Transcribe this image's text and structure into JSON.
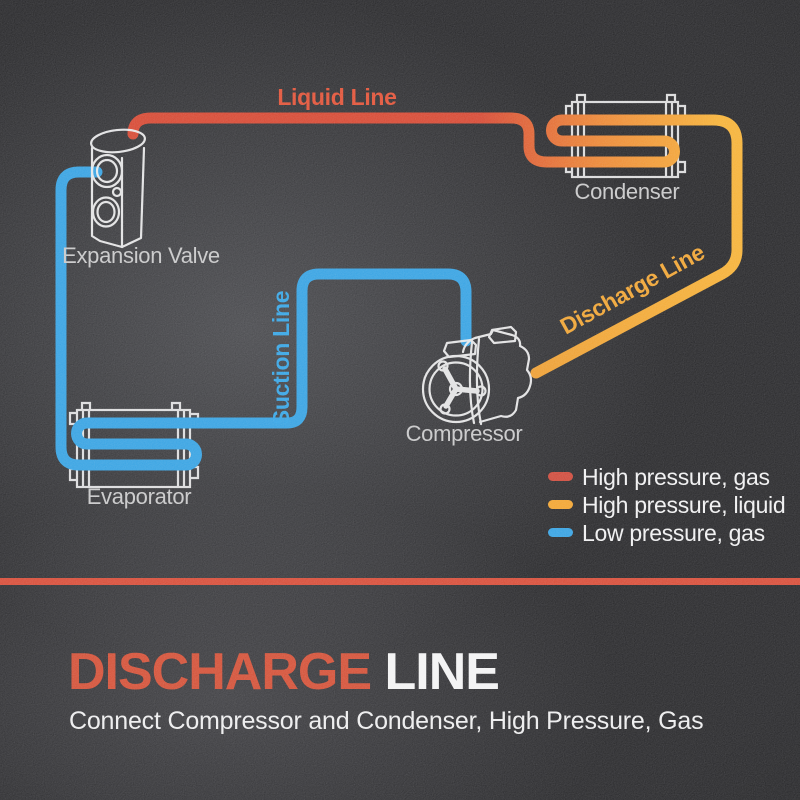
{
  "diagram": {
    "components": {
      "expansion_valve": {
        "label": "Expansion Valve"
      },
      "condenser": {
        "label": "Condenser"
      },
      "compressor": {
        "label": "Compressor"
      },
      "evaporator": {
        "label": "Evaporator"
      }
    },
    "lines": {
      "liquid": {
        "label": "Liquid Line",
        "color": "#e3492b"
      },
      "discharge": {
        "label": "Discharge Line",
        "color": "#f2a127"
      },
      "suction": {
        "label": "Suction Line",
        "color": "#2ba2e6"
      }
    },
    "pipe_colors": {
      "high_pressure_red": "#d73e26",
      "high_pressure_mid": "#ee8228",
      "high_pressure_yellow": "#f9b02b",
      "low_pressure_blue": "#2b9fe3"
    },
    "legend": [
      {
        "label": "High pressure, gas",
        "color": "#cf4130"
      },
      {
        "label": "High pressure, liquid",
        "color": "#f5a224"
      },
      {
        "label": "Low pressure, gas",
        "color": "#2b9fe3"
      }
    ]
  },
  "footer": {
    "divider_color": "#d8432c",
    "title_primary": "DISCHARGE",
    "title_primary_color": "#d4472b",
    "title_secondary": "LINE",
    "title_secondary_color": "#f5f5f5",
    "subtitle": "Connect Compressor and Condenser, High Pressure, Gas"
  }
}
